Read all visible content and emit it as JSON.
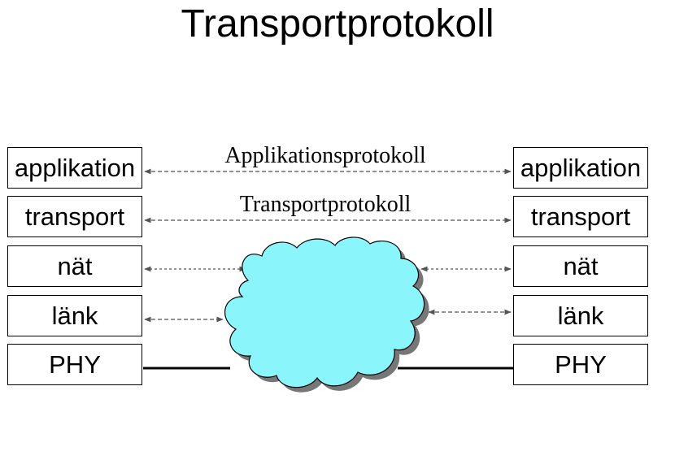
{
  "title": "Transportprotokoll",
  "left_stack": [
    "applikation",
    "transport",
    "nät",
    "länk",
    "PHY"
  ],
  "right_stack": [
    "applikation",
    "transport",
    "nät",
    "länk",
    "PHY"
  ],
  "protocols": {
    "application": "Applikationsprotokoll",
    "transport": "Transportprotokoll"
  },
  "colors": {
    "cloud_fill": "#8af5fb",
    "cloud_stroke": "#000000",
    "shadow": "#777777",
    "arrow": "#555555"
  }
}
